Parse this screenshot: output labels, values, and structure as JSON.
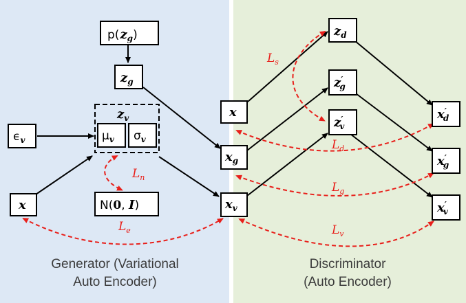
{
  "colors": {
    "generator_panel": "#dde8f5",
    "discriminator_panel": "#e6efda",
    "loss_arrow": "#e8201b",
    "arrow": "#000000"
  },
  "generator": {
    "caption_line1": "Generator (Variational",
    "caption_line2": "Auto Encoder)"
  },
  "discriminator": {
    "caption_line1": "Discriminator",
    "caption_line2": "(Auto Encoder)"
  },
  "nodes": {
    "prior_zg": {
      "main": "p(",
      "var": "z",
      "sub": "g",
      "close": ")"
    },
    "z_g": {
      "var": "z",
      "sub": "g"
    },
    "z_v": {
      "var": "z",
      "sub": "v"
    },
    "epsilon_v": {
      "var": "ϵ",
      "sub": "v"
    },
    "mu_v": {
      "var": "μ",
      "sub": "v"
    },
    "sigma_v": {
      "var": "σ",
      "sub": "v"
    },
    "x_gen": {
      "var": "x"
    },
    "normal": {
      "main": "N(",
      "zero": "0",
      "comma": ", ",
      "identity": "I",
      "close": ")"
    },
    "x_disc": {
      "var": "x"
    },
    "x_g": {
      "var": "x",
      "sub": "g"
    },
    "x_v": {
      "var": "x",
      "sub": "v"
    },
    "z_d": {
      "var": "z",
      "sub": "d"
    },
    "zp_g": {
      "var": "z",
      "prime": "′",
      "sub": "g"
    },
    "zp_v": {
      "var": "z",
      "prime": "′",
      "sub": "v"
    },
    "xp_d": {
      "var": "x",
      "prime": "′",
      "sub": "d"
    },
    "xp_g": {
      "var": "x",
      "prime": "′",
      "sub": "g"
    },
    "xp_v": {
      "var": "x",
      "prime": "′",
      "sub": "v"
    }
  },
  "losses": {
    "L_s": {
      "var": "L",
      "sub": "s"
    },
    "L_n": {
      "var": "L",
      "sub": "n"
    },
    "L_d": {
      "var": "L",
      "sub": "d"
    },
    "L_g": {
      "var": "L",
      "sub": "g"
    },
    "L_e": {
      "var": "L",
      "sub": "e"
    },
    "L_v": {
      "var": "L",
      "sub": "v"
    }
  }
}
